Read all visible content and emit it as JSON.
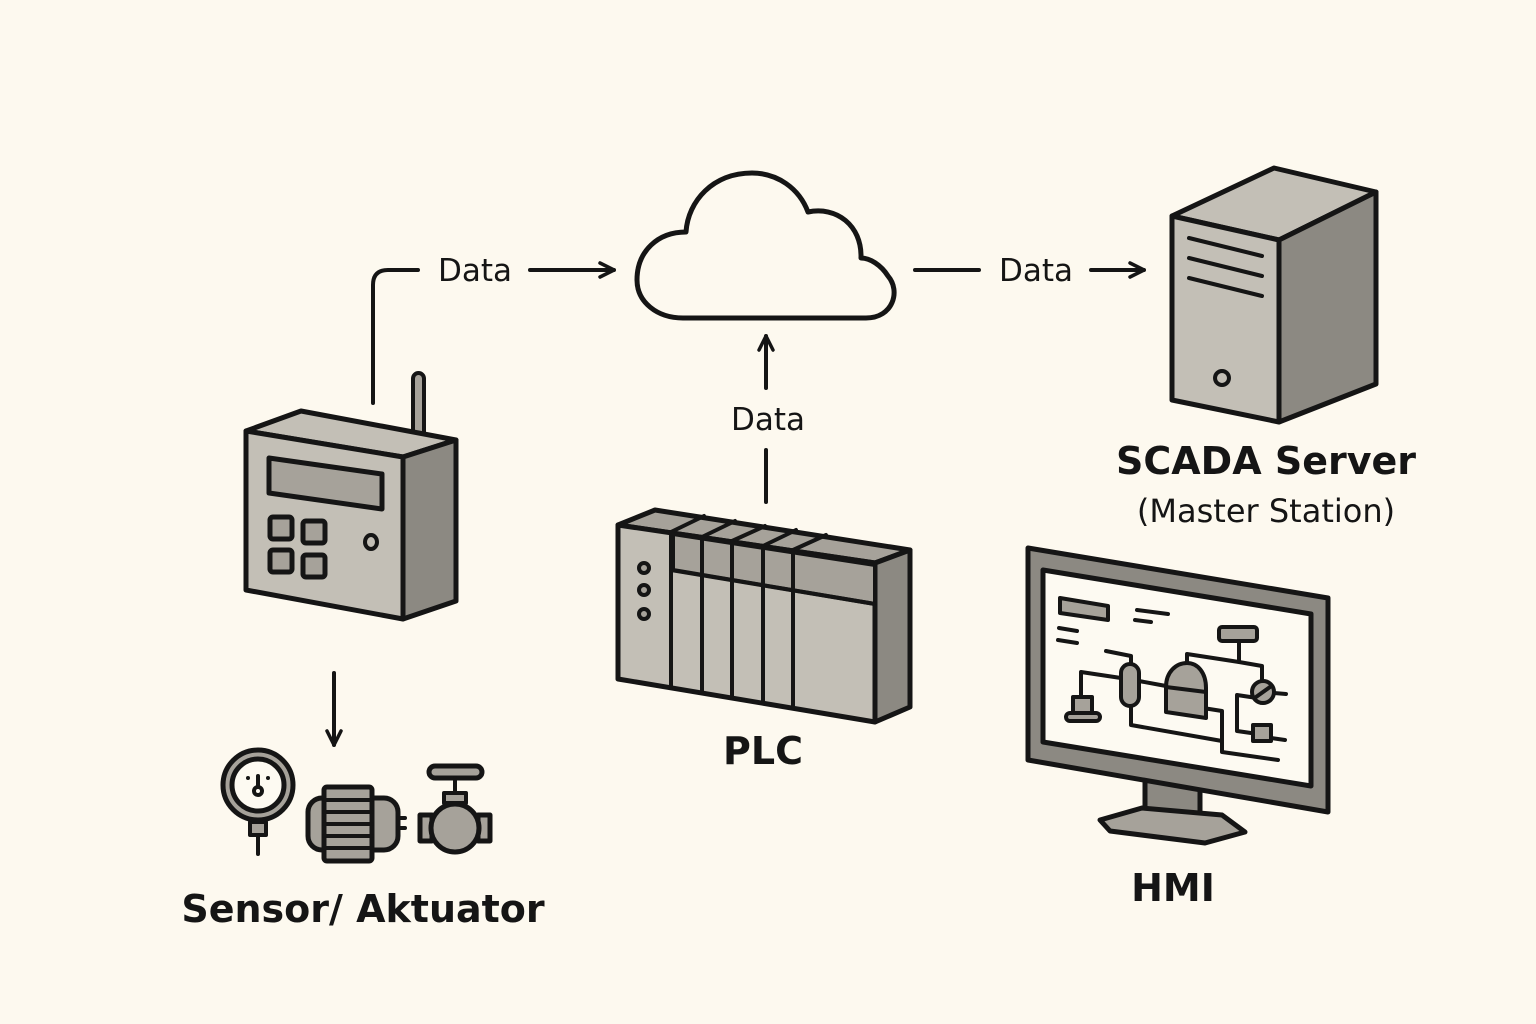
{
  "diagram": {
    "title": "SCADA architecture",
    "nodes": {
      "cloud": {
        "label": ""
      },
      "scada_server": {
        "label": "SCADA Server",
        "sublabel": "(Master Station)"
      },
      "rtu": {
        "label": ""
      },
      "plc": {
        "label": "PLC"
      },
      "hmi": {
        "label": "HMI"
      },
      "field_devices": {
        "label": "Sensor/ Aktuator",
        "items": [
          "pressure-gauge",
          "electric-motor",
          "valve"
        ]
      }
    },
    "edges": [
      {
        "from": "rtu",
        "to": "cloud",
        "label": "Data"
      },
      {
        "from": "cloud",
        "to": "scada_server",
        "label": "Data"
      },
      {
        "from": "plc",
        "to": "cloud",
        "label": "Data"
      },
      {
        "from": "rtu",
        "to": "field_devices",
        "label": ""
      }
    ],
    "colors": {
      "background": "#fdf9ef",
      "stroke": "#151515",
      "face_light": "#c3bfb6",
      "face_mid": "#a6a29a",
      "face_dark": "#8c8982",
      "screen": "#fdfaf2"
    }
  }
}
